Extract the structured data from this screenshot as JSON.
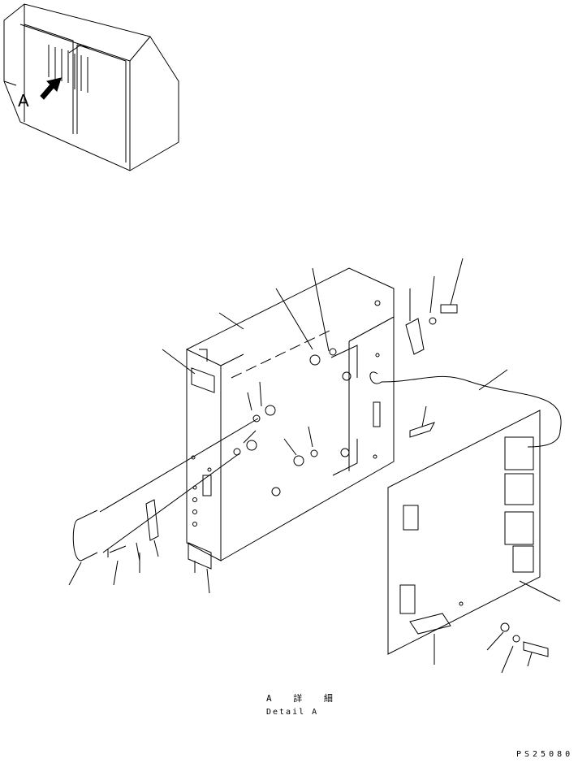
{
  "overview": {
    "view_label": "A"
  },
  "caption": {
    "title": "A 詳 細",
    "subtitle": "Detail A"
  },
  "drawing_code": "PS25080"
}
